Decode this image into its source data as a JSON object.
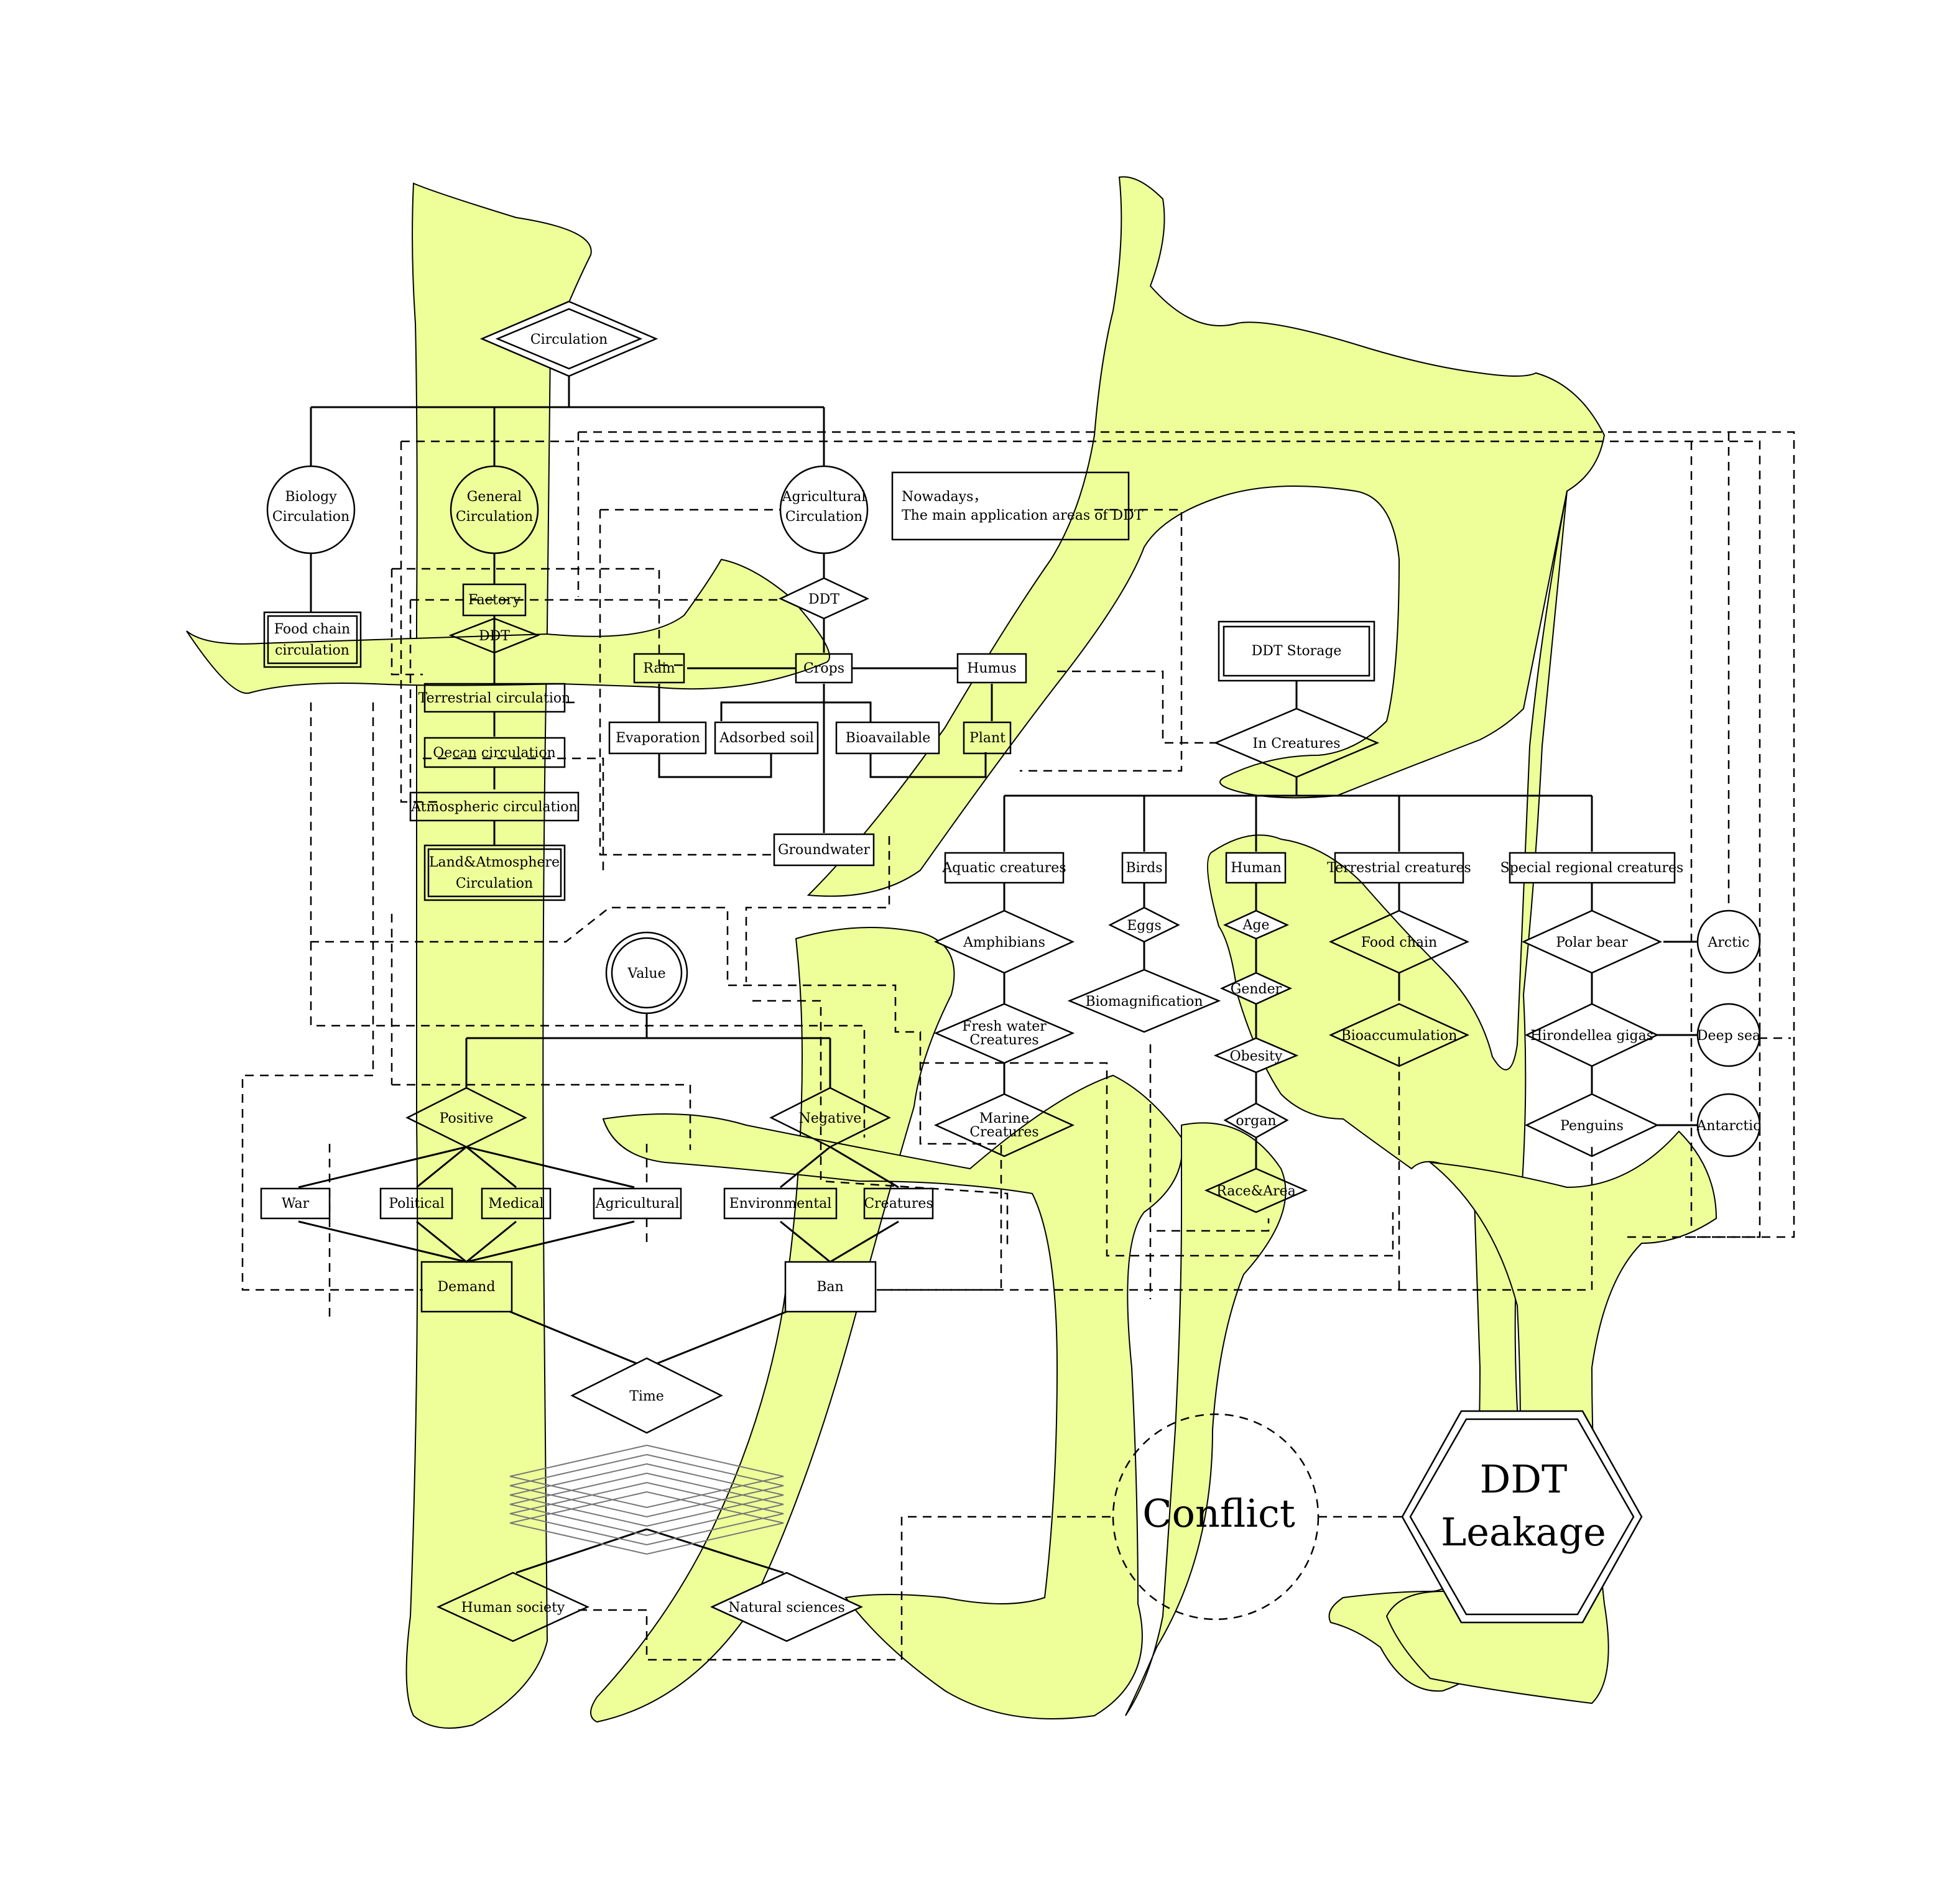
{
  "nodes": {
    "circulation": "Circulation",
    "biology_circulation": [
      "Biology",
      "Circulation"
    ],
    "general_circulation": [
      "General",
      "Circulation"
    ],
    "agricultural_circulation": [
      "Agricultural",
      "Circulation"
    ],
    "nowadays_note": [
      "Nowadays，",
      "The main application areas of DDT"
    ],
    "ddt_agri": "DDT",
    "food_chain_circulation": [
      "Food chain",
      "circulation"
    ],
    "factory": "Factory",
    "ddt_general": "DDT",
    "terrestrial_circulation": "Terrestrial circulation",
    "ocean_circulation": "Oecan circulation",
    "atmospheric_circulation": "Atmospheric circulation",
    "land_atmosphere_circulation": [
      "Land&Atmosphere",
      "Circulation"
    ],
    "rain": "Rain",
    "crops": "Crops",
    "humus": "Humus",
    "evaporation": "Evaporation",
    "adsorbed_soil": "Adsorbed soil",
    "bioavailable": "Bioavailable",
    "plant": "Plant",
    "groundwater": "Groundwater",
    "ddt_storage": "DDT Storage",
    "in_creatures": "In Creatures",
    "aquatic_creatures": "Aquatic creatures",
    "birds": "Birds",
    "human": "Human",
    "terrestrial_creatures": "Terrestrial creatures",
    "special_regional_creatures": "Special regional creatures",
    "amphibians": "Amphibians",
    "eggs": "Eggs",
    "age": "Age",
    "food_chain": "Food chain",
    "polar_bear": "Polar bear",
    "arctic": "Arctic",
    "fresh_water_creatures": [
      "Fresh water",
      "Creatures"
    ],
    "biomagnification": "Biomagnification",
    "gender": "Gender",
    "bioaccumulation": "Bioaccumulation",
    "hirondellea_gigas": "Hirondellea gigas",
    "deep_sea": "Deep sea",
    "obesity": "Obesity",
    "marine_creatures": [
      "Marine",
      "Creatures"
    ],
    "organ": "organ",
    "penguins": "Penguins",
    "antarctic": "Antarctic",
    "race_area": "Race&Area",
    "value": "Value",
    "positive": "Positive",
    "negative": "Negative",
    "war": "War",
    "political": "Political",
    "medical": "Medical",
    "agricultural": "Agricultural",
    "environmental": "Environmental",
    "creatures": "Creatures",
    "demand": "Demand",
    "ban": "Ban",
    "time": "Time",
    "human_society": "Human society",
    "natural_sciences": "Natural sciences",
    "conflict": "Conflict",
    "ddt_leakage": [
      "DDT",
      "Leakage"
    ]
  },
  "colors": {
    "glyph_fill": "#eeff99",
    "stroke": "#000000",
    "background": "#ffffff"
  }
}
